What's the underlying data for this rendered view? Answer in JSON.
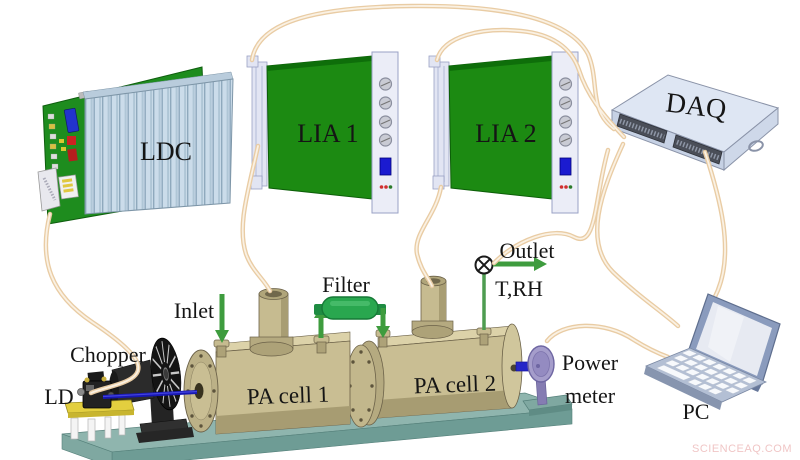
{
  "watermark": "SCIENCEAQ.COM",
  "labels": {
    "ldc": "LDC",
    "lia1": "LIA 1",
    "lia2": "LIA 2",
    "daq": "DAQ",
    "chopper": "Chopper",
    "ld": "LD",
    "inlet": "Inlet",
    "filter": "Filter",
    "outlet": "Outlet",
    "t_rh": "T,RH",
    "power_meter": "Power meter",
    "pa_cell_1": "PA cell 1",
    "pa_cell_2": "PA cell 2",
    "pc": "PC"
  },
  "colors": {
    "cable_peach": "#E9CCA4",
    "board_green": "#1C8A12",
    "heatsink_blue": "#C3D6E4",
    "front_panel": "#EBEDF7",
    "pa_cell_khaki": "#C9BE93",
    "baseplate_teal": "#8FB5AE",
    "arrow_green": "#3E9C3E",
    "filter_green": "#29A74F",
    "beam_blue": "#1717B2",
    "power_meter_purple": "#A59DCB",
    "laptop_blue": "#8A9BBD",
    "led_red": "#D03030",
    "led_green": "#2A7A2A",
    "watermark_pink": "#F0C6C6"
  }
}
